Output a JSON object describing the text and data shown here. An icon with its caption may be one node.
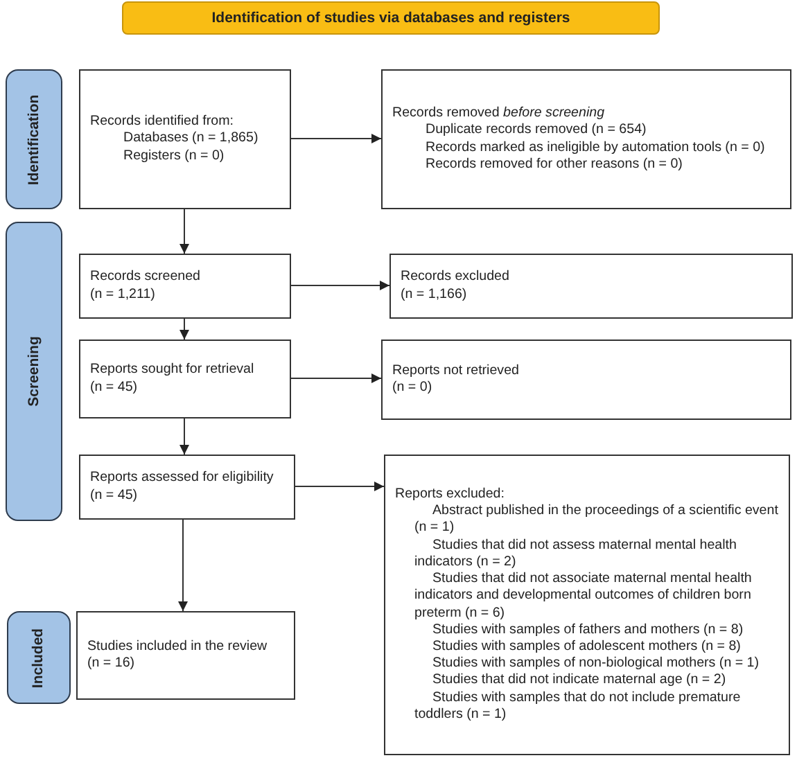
{
  "diagram": {
    "nodes": [
      {
        "text": [
          "Identification of studies via databases and registers"
        ]
      },
      {
        "text": [
          "Identification"
        ]
      },
      {
        "text": [
          "Records identified from:",
          "Databases (n = 1,865)",
          "Registers (n = 0)"
        ]
      },
      {
        "text": [
          "Records removed *before screening*",
          "Duplicate records removed (n = 654)",
          "Records marked as ineligible by automation tools (n = 0)",
          "Records removed for other reasons (n = 0)"
        ]
      },
      {
        "text": [
          "Screening"
        ]
      },
      {
        "text": [
          "Records screened",
          "(n = 1,211)"
        ]
      },
      {
        "text": [
          "Records excluded",
          "(n = 1,166)"
        ]
      },
      {
        "text": [
          "Reports sought for retrieval",
          "(n = 45)"
        ]
      },
      {
        "text": [
          "Reports not retrieved",
          "(n = 0)"
        ]
      },
      {
        "text": [
          "Reports assessed for eligibility",
          "(n = 45)"
        ]
      },
      {
        "text": [
          "Reports excluded:",
          "Abstract published in the proceedings of a scientific event (n = 1)",
          "Studies that did not assess maternal mental health indicators (n = 2)",
          "Studies that did not associate maternal mental health indicators and developmental outcomes of children born preterm (n = 6)",
          "Studies with samples of fathers and mothers (n = 8)",
          "Studies with samples of adolescent mothers (n = 8)",
          "Studies with samples of non-biological mothers (n = 1)",
          "Studies that did not indicate maternal age (n = 2)",
          "Studies with samples that do not include premature toddlers (n = 1)"
        ]
      },
      {
        "text": [
          "Included"
        ]
      },
      {
        "text": [
          "Studies included in the review",
          "(n = 16)"
        ]
      }
    ],
    "edges": [
      {
        "from": 2,
        "to": 3,
        "arrow": "to"
      },
      {
        "from": 2,
        "to": 5,
        "arrow": "to"
      },
      {
        "from": 5,
        "to": 6,
        "arrow": "to"
      },
      {
        "from": 5,
        "to": 7,
        "arrow": "to"
      },
      {
        "from": 7,
        "to": 8,
        "arrow": "to"
      },
      {
        "from": 7,
        "to": 9,
        "arrow": "to"
      },
      {
        "from": 9,
        "to": 10,
        "arrow": "to"
      },
      {
        "from": 9,
        "to": 12,
        "arrow": "to"
      }
    ]
  }
}
